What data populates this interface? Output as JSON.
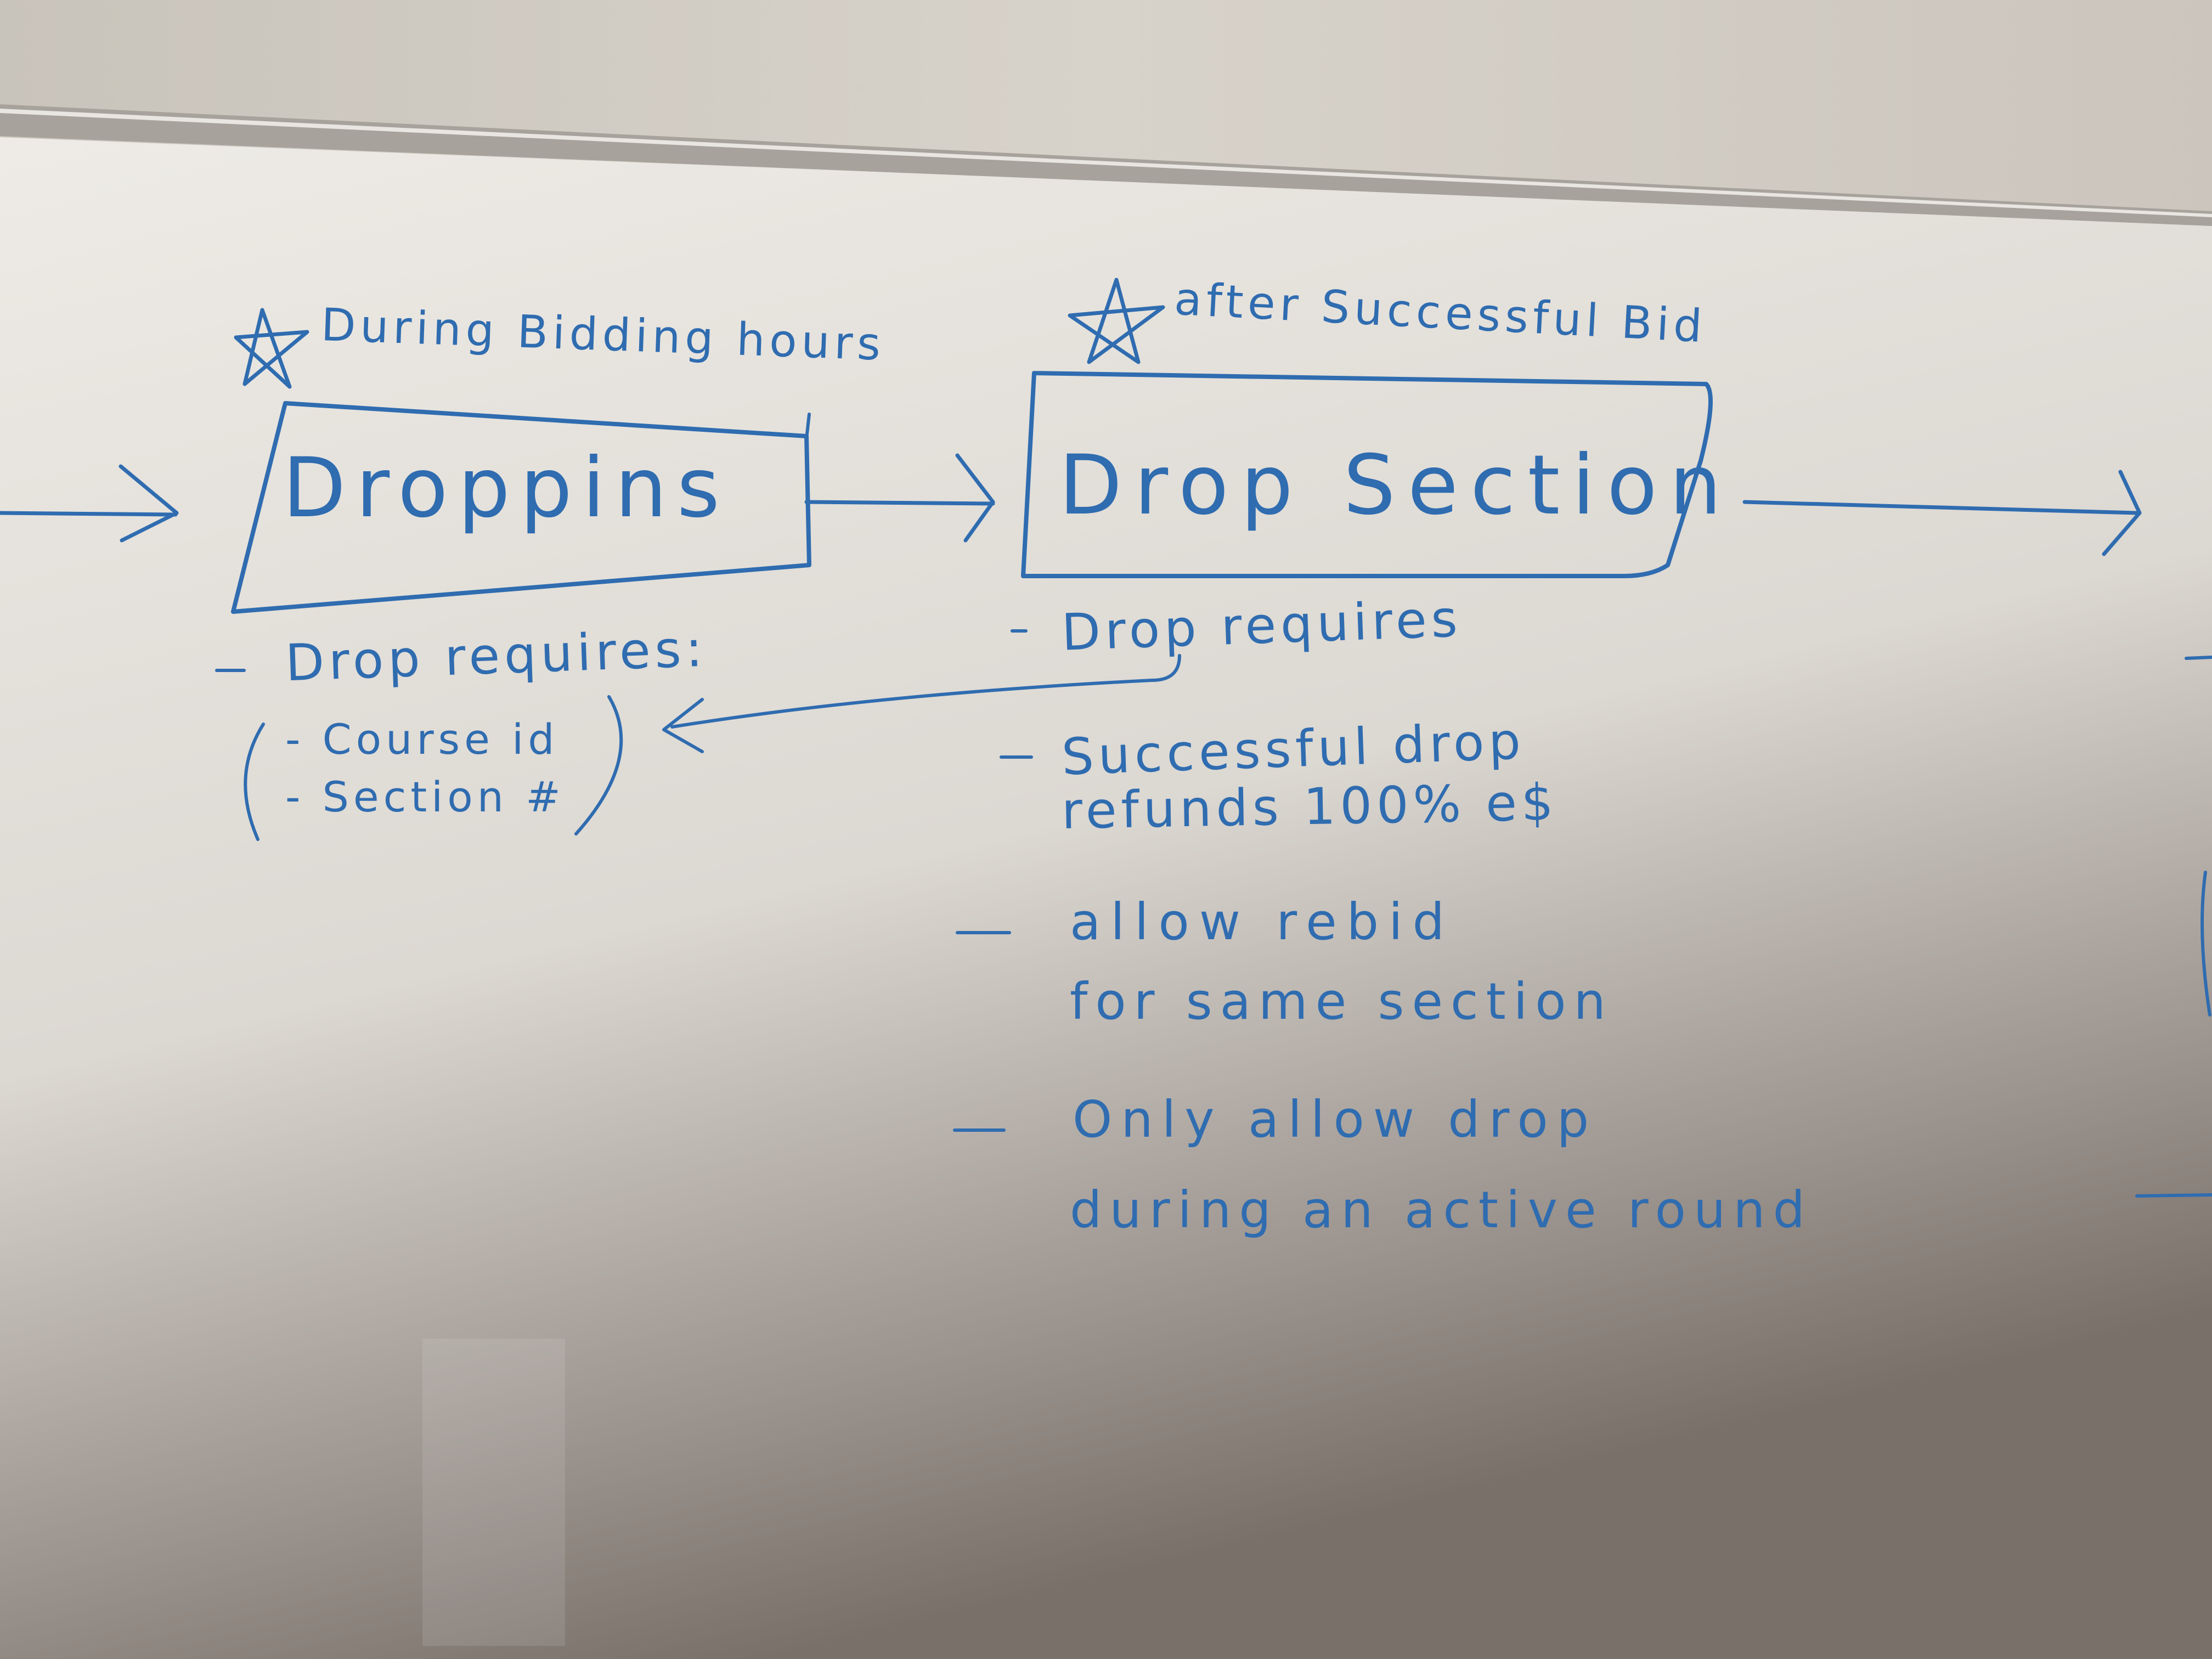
{
  "colors": {
    "wall": "#d3cec6",
    "board": "#e6e3de",
    "ink": "#2f6cb0"
  },
  "board": {
    "left_node": {
      "caption": "During Bidding hours",
      "title": "Droppins",
      "notes_heading": "Drop requires:",
      "requirements": [
        "- Course id",
        "- Section #"
      ]
    },
    "right_node": {
      "caption": "after Successful Bid",
      "title": "Drop Section",
      "notes_heading": "Drop requires",
      "notes": [
        {
          "line1": "Successful drop",
          "line2": "refunds 100% e$"
        },
        {
          "line1": "allow rebid",
          "line2": "for same section"
        },
        {
          "line1": "Only allow drop",
          "line2": "during an active round"
        }
      ]
    }
  }
}
